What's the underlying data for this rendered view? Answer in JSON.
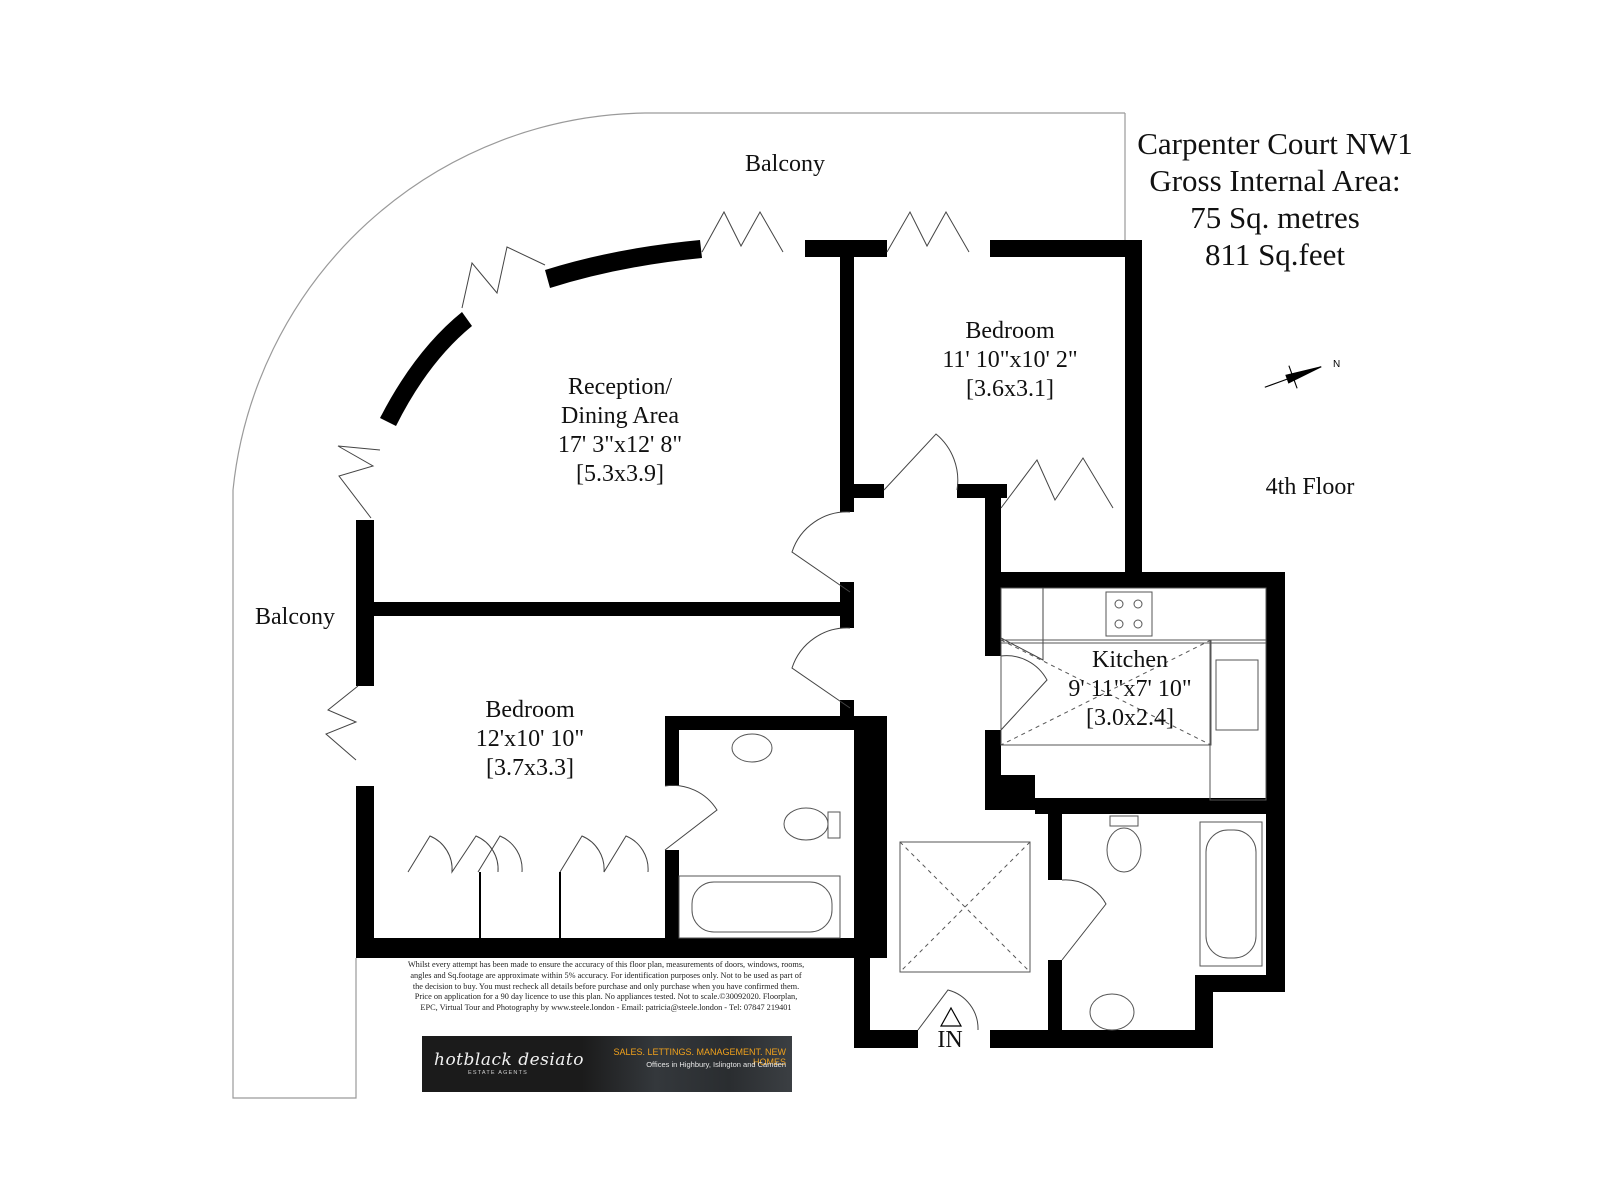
{
  "header": {
    "property_name": "Carpenter Court NW1",
    "area_label": "Gross Internal Area:",
    "area_metric": "75 Sq. metres",
    "area_imperial": "811 Sq.feet"
  },
  "floor_level": "4th Floor",
  "rooms": {
    "reception": {
      "name_line1": "Reception/",
      "name_line2": "Dining Area",
      "imperial": "17' 3\"x12' 8\"",
      "metric": "[5.3x3.9]"
    },
    "bedroom_1": {
      "name": "Bedroom",
      "imperial": "11' 10\"x10' 2\"",
      "metric": "[3.6x3.1]"
    },
    "bedroom_2": {
      "name": "Bedroom",
      "imperial": "12'x10' 10\"",
      "metric": "[3.7x3.3]"
    },
    "kitchen": {
      "name": "Kitchen",
      "imperial": "9' 11\"x7' 10\"",
      "metric": "[3.0x2.4]"
    }
  },
  "balconies": {
    "top": "Balcony",
    "left": "Balcony"
  },
  "entrance_label": "IN",
  "compass": {
    "north_label": "N",
    "icon": "compass-icon"
  },
  "disclaimer": {
    "line1": "Whilst every attempt has been made to ensure the accuracy of this floor plan, measurements of doors, windows, rooms,",
    "line2": "angles and Sq.footage are approximate within 5% accuracy. For identification purposes only. Not to be used as part of",
    "line3": "the decision to buy. You must recheck all details before purchase and only purchase when you have confirmed them.",
    "line4": "Price on application for a 90 day licence to use this plan. No appliances tested.  Not to scale.©30092020.  Floorplan,",
    "line5": "EPC, Virtual Tour and Photography by  www.steele.london - Email: patricia@steele.london - Tel: 07847 219401"
  },
  "agent_banner": {
    "brand": "hotblack desiato",
    "brand_sub": "ESTATE AGENTS",
    "services": "SALES. LETTINGS. MANAGEMENT. NEW HOMES",
    "offices": "Offices in Highbury, Islington and Camden"
  },
  "colors": {
    "wall": "#000000",
    "outline": "#8a8a8a",
    "banner_bg": "#1b1b1b",
    "banner_accent": "#f0a11c"
  }
}
